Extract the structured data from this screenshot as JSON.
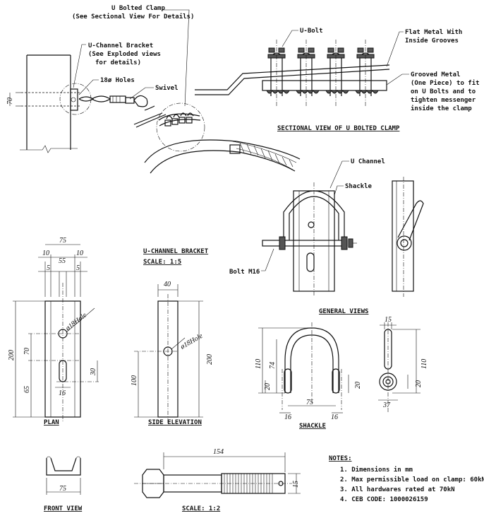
{
  "callouts": {
    "u_bolted_clamp_1": "U Bolted Clamp",
    "u_bolted_clamp_2": "(See Sectional View For Details)",
    "u_channel_bracket_1": "U-Channel Bracket",
    "u_channel_bracket_2": "(See Exploded views",
    "u_channel_bracket_3": "for details)",
    "holes": "18ø Holes",
    "swivel": "Swivel",
    "u_bolt": "U-Bolt",
    "flat_metal_1": "Flat Metal With",
    "flat_metal_2": "Inside Grooves",
    "grooved_1": "Grooved Metal",
    "grooved_2": "(One Piece) to fit",
    "grooved_3": "on U Bolts and to",
    "grooved_4": "tighten messenger",
    "grooved_5": "inside the clamp",
    "u_channel": "U Channel",
    "shackle": "Shackle",
    "bolt": "Bolt M16"
  },
  "titles": {
    "sectional": "SECTIONAL VIEW OF U BOLTED CLAMP",
    "bracket": "U-CHANNEL BRACKET",
    "bracket_scale": "SCALE: 1:5",
    "general_views": "GENERAL VIEWS",
    "plan": "PLAN",
    "side_elevation": "SIDE ELEVATION",
    "shackle": "SHACKLE",
    "front_view": "FRONT VIEW",
    "bolt_scale": "SCALE: 1:2"
  },
  "dims": {
    "d70_top": "70",
    "d75": "75",
    "d10a": "10",
    "d55": "55",
    "d10b": "10",
    "d5a": "5",
    "d5b": "5",
    "hole_plan": "ø18Hole",
    "d200_plan": "200",
    "d70_plan": "70",
    "d65": "65",
    "d30": "30",
    "d16_plan": "16",
    "d40": "40",
    "hole_side": "ø18Hole",
    "d100": "100",
    "d200_side": "200",
    "d110_a": "110",
    "d74": "74",
    "d20_a": "20",
    "d20_b": "20",
    "d75_shackle": "75",
    "d16_a": "16",
    "d16_b": "16",
    "d15": "15",
    "d110_b": "110",
    "d20_c": "20",
    "d37": "37",
    "d75_front": "75",
    "d154": "154",
    "d15_bolt": "15"
  },
  "notes": {
    "heading": "NOTES:",
    "items": [
      "1. Dimensions in mm",
      "2. Max permissible load on clamp: 60kN",
      "3. All hardwares rated at 70kN",
      "4. CEB CODE: 1000026159"
    ]
  }
}
